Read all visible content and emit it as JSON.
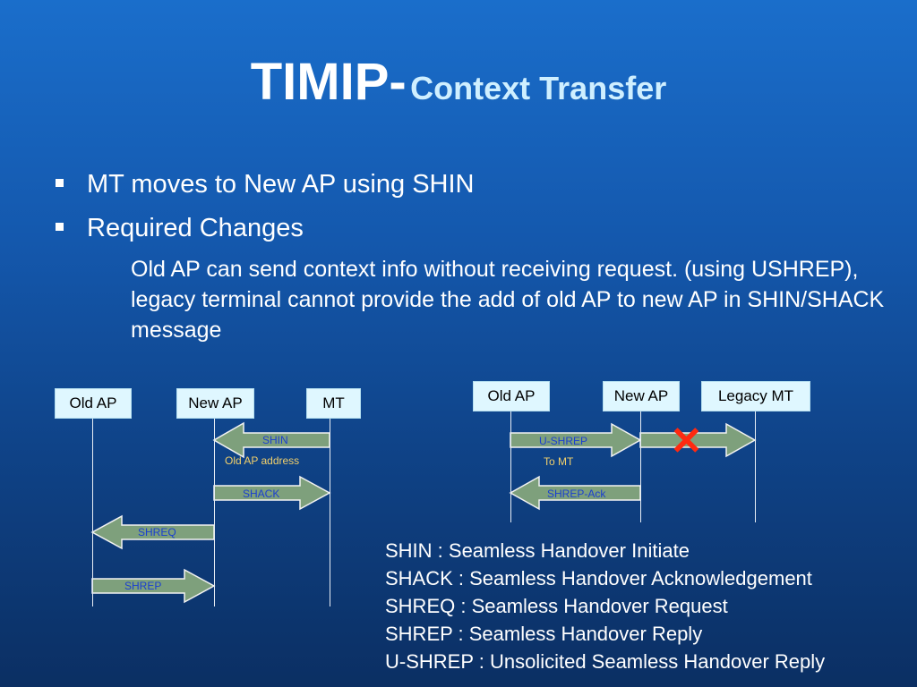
{
  "title": {
    "main": "TIMIP-",
    "sub": "Context Transfer"
  },
  "bullets": [
    {
      "text": "MT moves to New AP using SHIN"
    },
    {
      "text": "Required Changes"
    }
  ],
  "subtext": "Old AP can send context info without receiving request. (using USHREP), legacy terminal cannot provide the add of old AP to new AP in SHIN/SHACK message",
  "diagram_left": {
    "entities": [
      "Old AP",
      "New AP",
      "MT"
    ],
    "messages": [
      {
        "label": "SHIN",
        "note": "Old AP address"
      },
      {
        "label": "SHACK"
      },
      {
        "label": "SHREQ"
      },
      {
        "label": "SHREP"
      }
    ]
  },
  "diagram_right": {
    "entities": [
      "Old AP",
      "New AP",
      "Legacy MT"
    ],
    "messages": [
      {
        "label": "U-SHREP",
        "note": "To MT"
      },
      {
        "label": "SHREP-Ack"
      }
    ],
    "blocked_mark": "✕"
  },
  "definitions": [
    "SHIN : Seamless Handover Initiate",
    "SHACK : Seamless Handover Acknowledgement",
    "SHREQ : Seamless Handover Request",
    "SHREP : Seamless Handover Reply",
    "U-SHREP : Unsolicited Seamless Handover Reply"
  ],
  "colors": {
    "arrow_fill": "#7ea07c",
    "arrow_stroke": "#f2f2f2",
    "box_fill": "#dff7ff",
    "blocked": "#ff2a10"
  }
}
